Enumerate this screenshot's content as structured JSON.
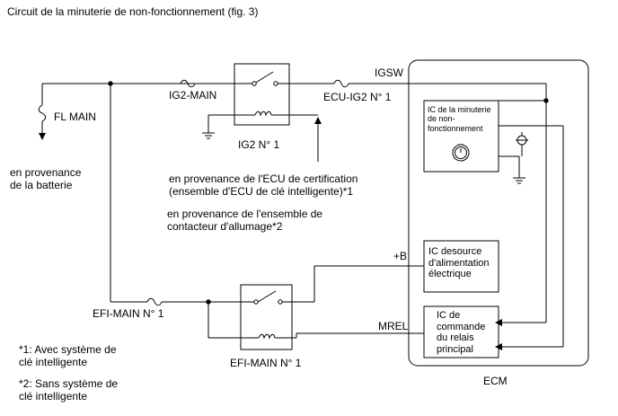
{
  "title": "Circuit de la minuterie de non-fonctionnement (fig. 3)",
  "labels": {
    "fl_main": "FL MAIN",
    "battery_source": "en provenance de la batterie",
    "ig2_main": "IG2-MAIN",
    "ig2_relay": "IG2 N° 1",
    "ecu_ig2": "ECU-IG2 N° 1",
    "igsw": "IGSW",
    "from_certification_ecu": "en provenance de l'ECU de certification (ensemble d'ECU de clé intelligente)*1",
    "from_ignition_switch": "en provenance de l'ensemble de contacteur d'allumage*2",
    "plus_b": "+B",
    "mrel": "MREL",
    "efi_main_fuse": "EFI-MAIN N° 1",
    "efi_main_relay": "EFI-MAIN N° 1",
    "ecm": "ECM",
    "ic_timer": "IC de la minuterie de non-fonctionnement",
    "ic_power": "IC desource d'alimentation électrique",
    "ic_relay": "IC de commande du relais principal"
  },
  "notes": [
    "*1: Avec système de clé intelligente",
    "*2: Sans système de clé intelligente"
  ]
}
